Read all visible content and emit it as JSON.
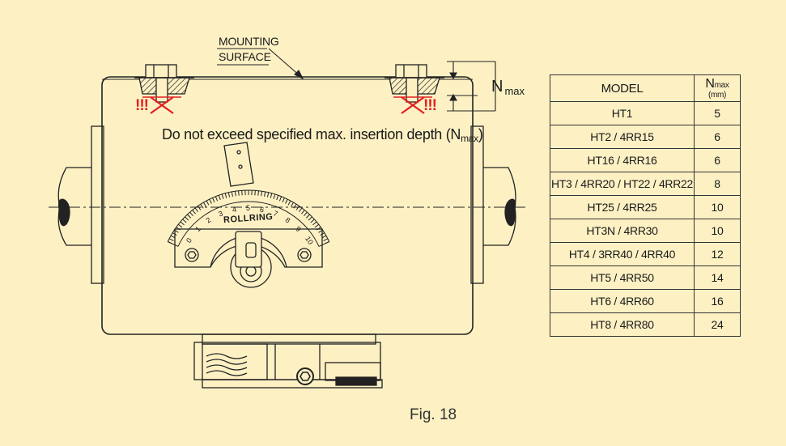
{
  "labels": {
    "mounting_line1": "MOUNTING",
    "mounting_line2": "SURFACE",
    "n_main": "N",
    "n_sub": "max",
    "warning_main": "Do not exceed specified max. insertion depth (N",
    "warning_sub": "max",
    "warning_end": ")",
    "brand": "ROLLRING",
    "figure_caption": "Fig. 18",
    "warn_marks": "!!!"
  },
  "scale_ticks": [
    "0",
    "1",
    "2",
    "3",
    "4",
    "5",
    "6",
    "7",
    "8",
    "9",
    "10"
  ],
  "table": {
    "header_model": "MODEL",
    "header_n": "N",
    "header_n_sub": "max",
    "header_unit": "(mm)",
    "rows": [
      {
        "model": "HT1",
        "n": "5"
      },
      {
        "model": "HT2 / 4RR15",
        "n": "6"
      },
      {
        "model": "HT16 / 4RR16",
        "n": "6"
      },
      {
        "model": "HT3 / 4RR20 / HT22 / 4RR22",
        "n": "8"
      },
      {
        "model": "HT25 / 4RR25",
        "n": "10"
      },
      {
        "model": "HT3N / 4RR30",
        "n": "10"
      },
      {
        "model": "HT4  / 3RR40 / 4RR40",
        "n": "12"
      },
      {
        "model": "HT5  / 4RR50",
        "n": "14"
      },
      {
        "model": "HT6  / 4RR60",
        "n": "16"
      },
      {
        "model": "HT8 / 4RR80",
        "n": "24"
      }
    ]
  },
  "colors": {
    "background": "#fdf1c4",
    "line": "#222222",
    "warning_red": "#e02020"
  }
}
